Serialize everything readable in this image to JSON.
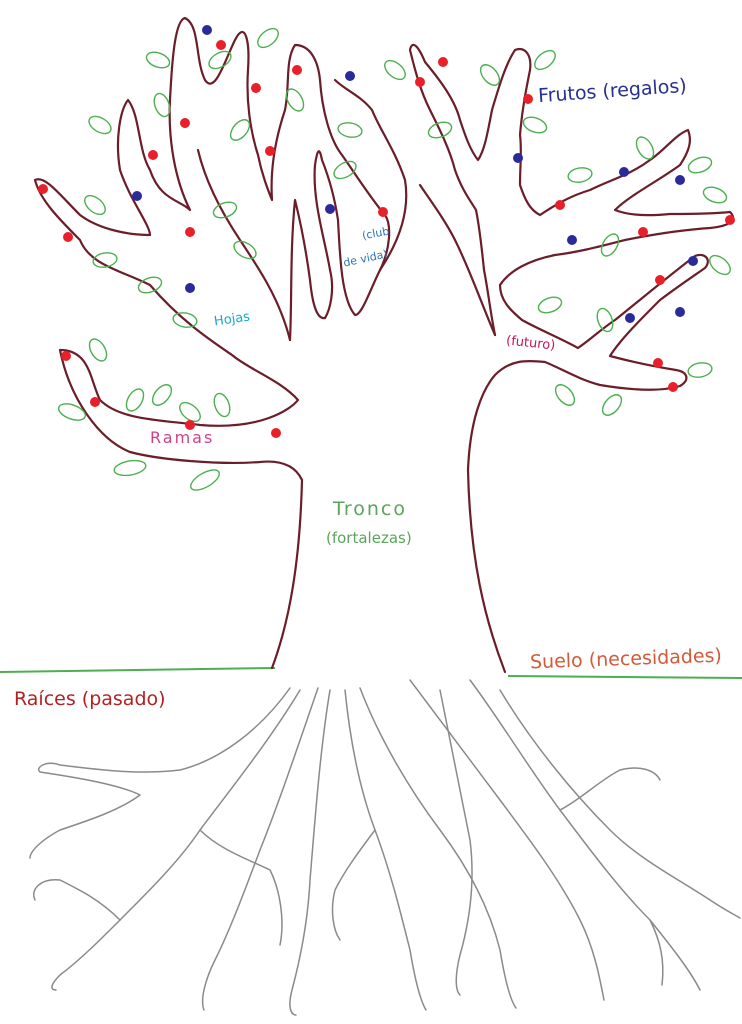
{
  "labels": {
    "frutos": "Frutos (regalos)",
    "club_line1": "(club",
    "club_line2": "de vida)",
    "hojas": "Hojas",
    "futuro": "(futuro)",
    "ramas": "Ramas",
    "tronco": "Tronco",
    "fortalezas": "(fortalezas)",
    "suelo": "Suelo (necesidades)",
    "raices": "Raíces (pasado)"
  },
  "colors": {
    "tree_outline": "#6b1e2a",
    "roots_outline": "#8a8a8a",
    "ground_line": "#4caf50",
    "leaf": "#4caf50",
    "fruit_red": "#e8202a",
    "fruit_blue": "#2a2a9a",
    "label_frutos": "#27308f",
    "label_club": "#2a73b8",
    "label_hojas": "#18a8c8",
    "label_futuro": "#c2185b",
    "label_ramas": "#d0418a",
    "label_tronco": "#5aa55a",
    "label_suelo": "#d35a3a",
    "label_raices": "#b22222"
  }
}
